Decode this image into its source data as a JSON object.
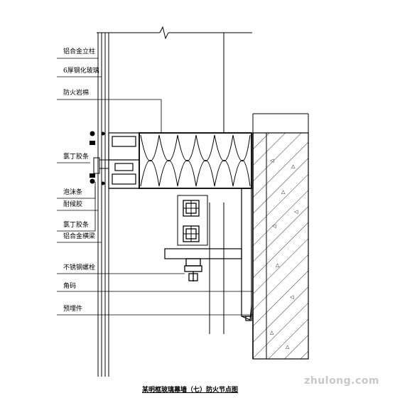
{
  "labels": {
    "alu_column": "铝合金立柱",
    "tempered_glass": "6厚钢化玻璃",
    "fire_rock_wool": "防火岩棉",
    "chloroprene_strip_1": "氯丁胶条",
    "foam_rod": "泡沫条",
    "sealant": "耐候胶",
    "chloroprene_strip_2": "氯丁胶条",
    "alu_beam": "铝合金横梁",
    "stainless_bolt": "不锈钢螺栓",
    "angle_code": "角码",
    "embedded_part": "预埋件"
  },
  "caption": "某明框玻璃幕墙（七）防火节点图",
  "watermark": "zhulong.com",
  "colors": {
    "line": "#000000",
    "background": "#ffffff",
    "watermark": "#c8c8c8"
  }
}
